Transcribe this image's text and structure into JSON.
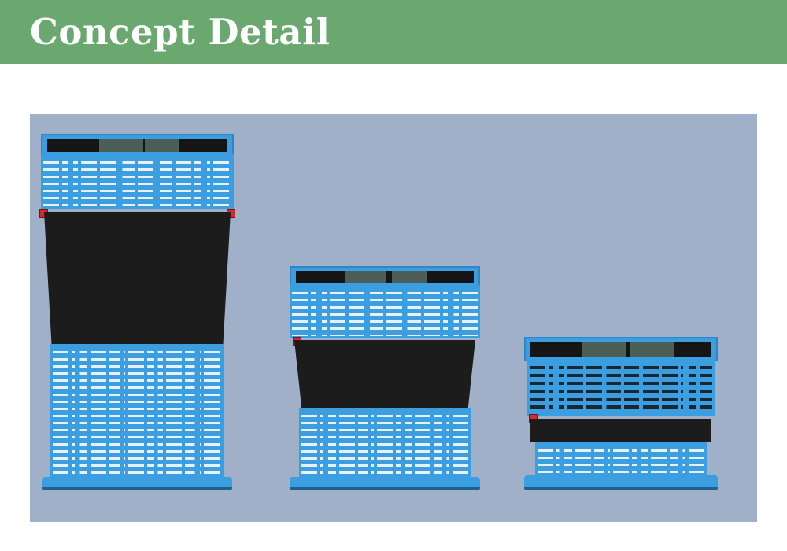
{
  "header": {
    "title": "Concept Detail",
    "background": "#6aa86f"
  },
  "figure": {
    "background": "#a0b0c9",
    "crates": [
      {
        "name": "crate-fully-extended"
      },
      {
        "name": "crate-half-extended"
      },
      {
        "name": "crate-collapsed"
      }
    ]
  }
}
